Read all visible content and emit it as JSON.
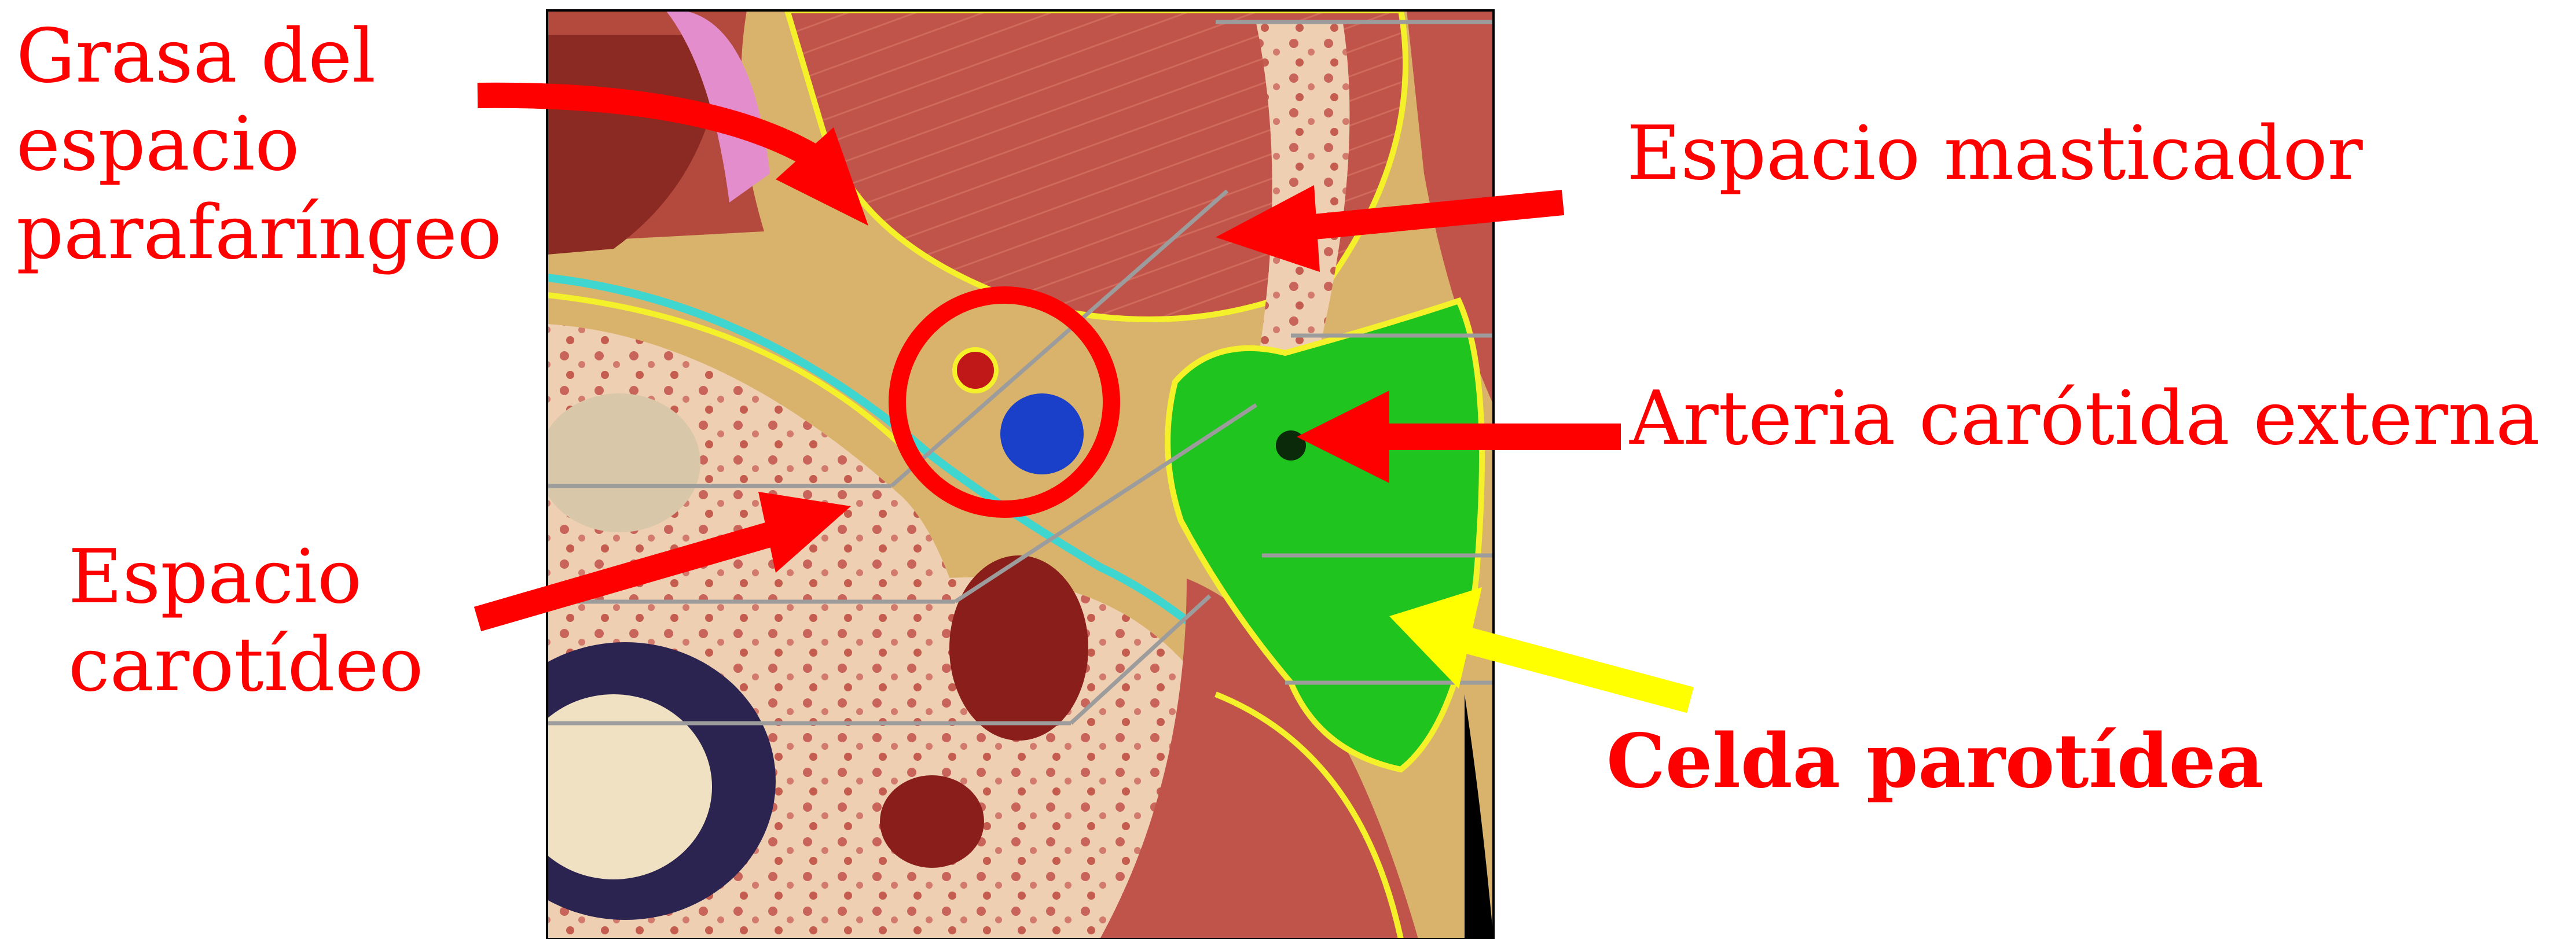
{
  "labels": {
    "grasa": {
      "lines": [
        "Grasa del",
        "espacio",
        "parafaríngeo"
      ]
    },
    "masticador": {
      "text": "Espacio masticador"
    },
    "carotida": {
      "text": "Arteria carótida externa"
    },
    "carotideo": {
      "lines": [
        "Espacio",
        "carotídeo"
      ]
    },
    "parotidea": {
      "text": "Celda parotídea"
    }
  },
  "colors": {
    "label_text": "#ff0000",
    "arrow_red": "#ff0000",
    "arrow_yellow": "#ffff00",
    "highlight_circle": "#ff0000",
    "parotid_gland": "#1fc41f",
    "muscle": "#c0544a",
    "fat": "#d9b36b",
    "boundary_yellow": "#f4f02a",
    "boundary_cyan": "#3fd6d0",
    "vein_blue": "#1a3fc8",
    "artery_red": "#c01818"
  },
  "icons": [
    "red-arrow",
    "yellow-arrow",
    "highlight-circle"
  ]
}
